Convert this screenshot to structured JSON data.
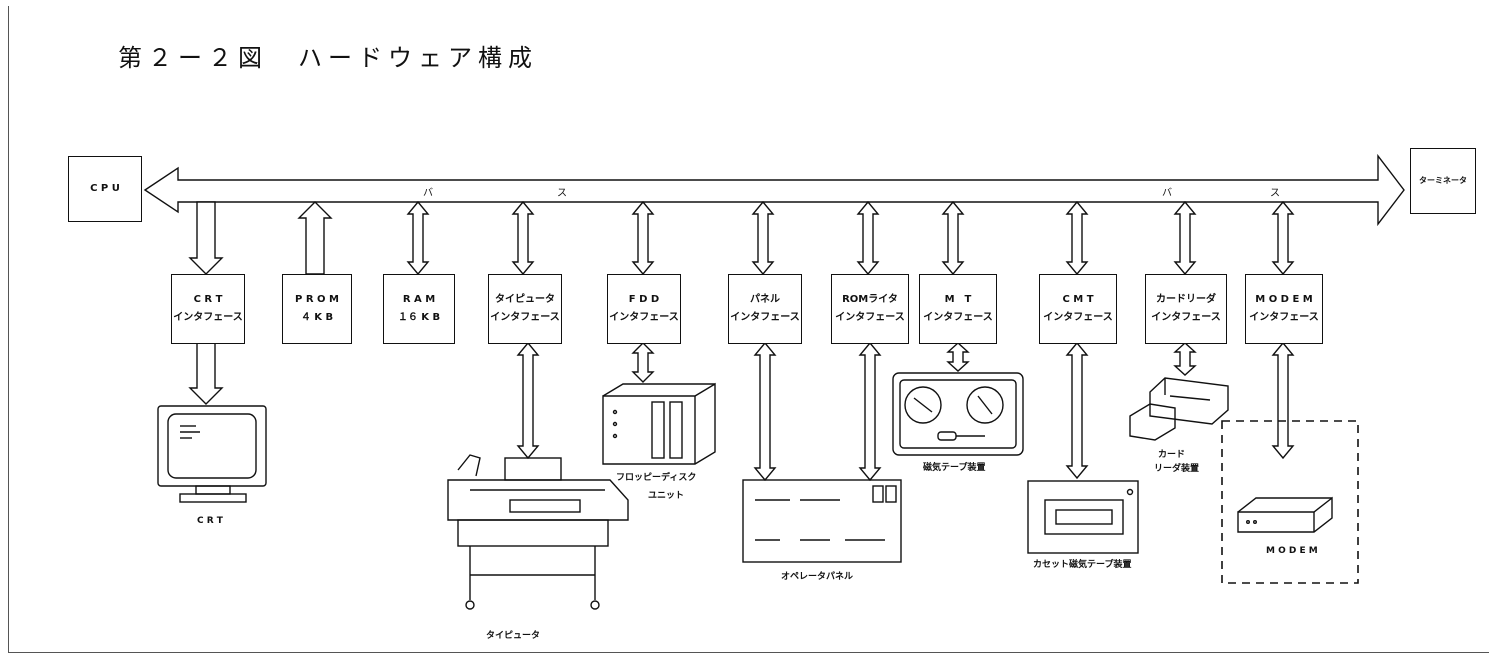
{
  "title": "第２ー２図　ハードウェア構成",
  "cpu": "C P U",
  "terminator": "ターミネータ",
  "bus_label": [
    "バ",
    "ス"
  ],
  "boxes": [
    {
      "id": "crt-interface",
      "l1": "C R T",
      "l2": "インタフェース"
    },
    {
      "id": "prom",
      "l1": "P R O M",
      "l2": "４ K B"
    },
    {
      "id": "ram",
      "l1": "R A M",
      "l2": "１６ K B"
    },
    {
      "id": "typewriter-interface",
      "l1": "タイピュータ",
      "l2": "インタフェース"
    },
    {
      "id": "fdd-interface",
      "l1": "F D D",
      "l2": "インタフェース"
    },
    {
      "id": "panel-interface",
      "l1": "パネル",
      "l2": "インタフェース"
    },
    {
      "id": "rom-writer-interface",
      "l1": "ROMライタ",
      "l2": "インタフェース"
    },
    {
      "id": "mt-interface",
      "l1": "M　T",
      "l2": "インタフェース"
    },
    {
      "id": "cmt-interface",
      "l1": "C M T",
      "l2": "インタフェース"
    },
    {
      "id": "card-reader-interface",
      "l1": "カードリーダ",
      "l2": "インタフェース"
    },
    {
      "id": "modem-interface",
      "l1": "M O D E M",
      "l2": "インタフェース"
    }
  ],
  "devices": {
    "crt": "C R T",
    "typewriter": "タイピュータ",
    "floppy": [
      "フロッピーディスク",
      "ユニット"
    ],
    "operator_panel": "オペレータパネル",
    "mt": "磁気テープ装置",
    "cassette": "カセット磁気テープ装置",
    "card_reader": [
      "カード",
      "リーダ装置"
    ],
    "modem": "M O D E M"
  }
}
